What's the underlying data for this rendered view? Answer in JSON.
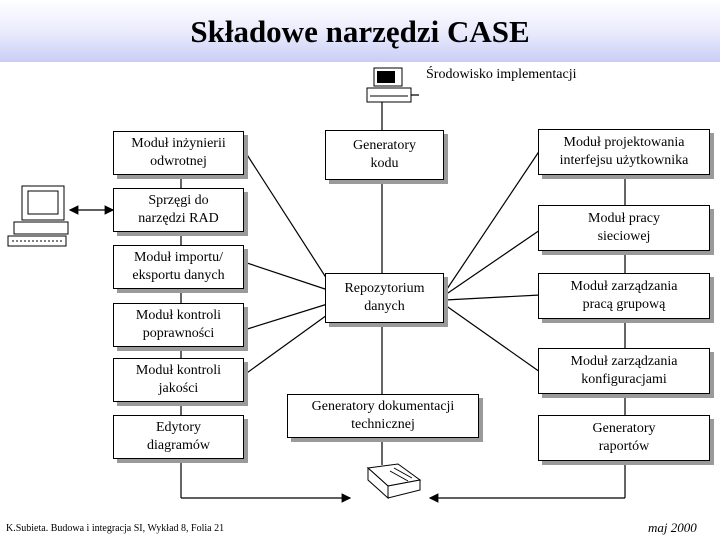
{
  "title": "Składowe narzędzi CASE",
  "environment_label": "Środowisko implementacji",
  "left_modules": {
    "reverse_engineering": "Moduł inżynierii\nodwrotnej",
    "rad_links": "Sprzęgi do\nnarzędzi RAD",
    "import_export": "Moduł importu/\neksportu danych",
    "correctness_check": "Moduł kontroli\npoprawności",
    "quality_check": "Moduł kontroli\njakości",
    "diagram_editors": "Edytory\ndiagramów"
  },
  "center_modules": {
    "code_generators": "Generatory\nkodu",
    "repository": "Repozytorium\ndanych",
    "doc_generators": "Generatory dokumentacji\ntechnicznej"
  },
  "right_modules": {
    "ui_design": "Moduł projektowania\ninterfejsu użytkownika",
    "network": "Moduł pracy\nsieciowej",
    "groupwork": "Moduł zarządzania\npracą grupową",
    "config_mgmt": "Moduł zarządzania\nkonfiguracjami",
    "report_generators": "Generatory\nraportów"
  },
  "footer": {
    "source": "K.Subieta. Budowa i integracja SI, Wykład 8, Folia 21",
    "date": "maj 2000"
  },
  "icons": [
    "terminal-icon",
    "computer-icon",
    "printer-icon"
  ]
}
